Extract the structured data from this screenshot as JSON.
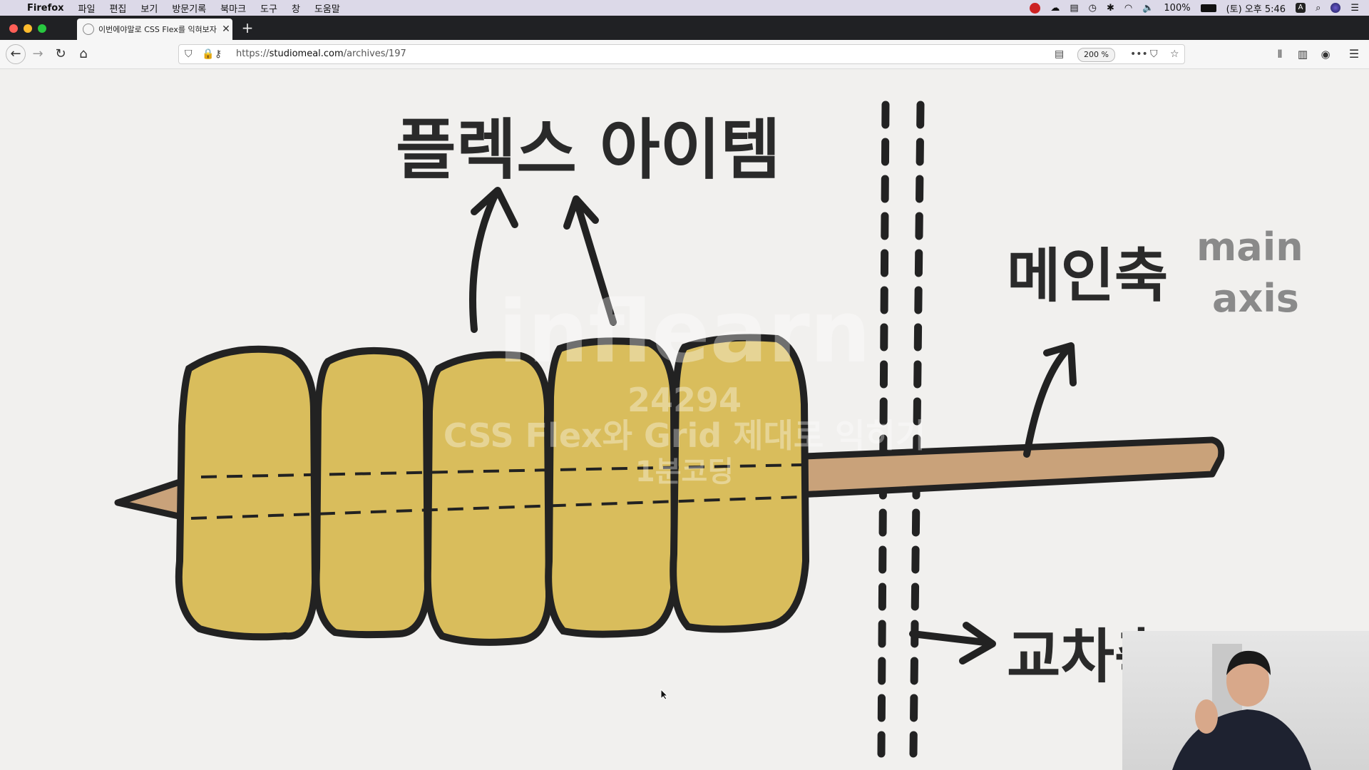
{
  "menubar": {
    "app": "Firefox",
    "items": [
      "파일",
      "편집",
      "보기",
      "방문기록",
      "북마크",
      "도구",
      "창",
      "도움말"
    ],
    "battery": "100%",
    "clock": "(토) 오후 5:46",
    "input_source": "A"
  },
  "tab": {
    "title": "이번에야말로 CSS Flex를 익혀보자 -"
  },
  "navbar": {
    "url_prefix": "https://",
    "url_host": "studiomeal.com",
    "url_path": "/archives/197",
    "zoom": "200 %"
  },
  "content": {
    "label_flex_item": "플렉스 아이템",
    "label_main_axis_ko": "메인축",
    "label_main_axis_en_1": "main",
    "label_main_axis_en_2": "axis",
    "label_cross_axis_partial": "교차축",
    "watermark": {
      "brand": "inflearn",
      "id": "24294",
      "course": "CSS Flex와 Grid 제대로 익히기",
      "author": "1분코딩"
    }
  },
  "colors": {
    "item_fill": "#d9bd5c",
    "skewer": "#c9a27a",
    "outline": "#222222"
  }
}
